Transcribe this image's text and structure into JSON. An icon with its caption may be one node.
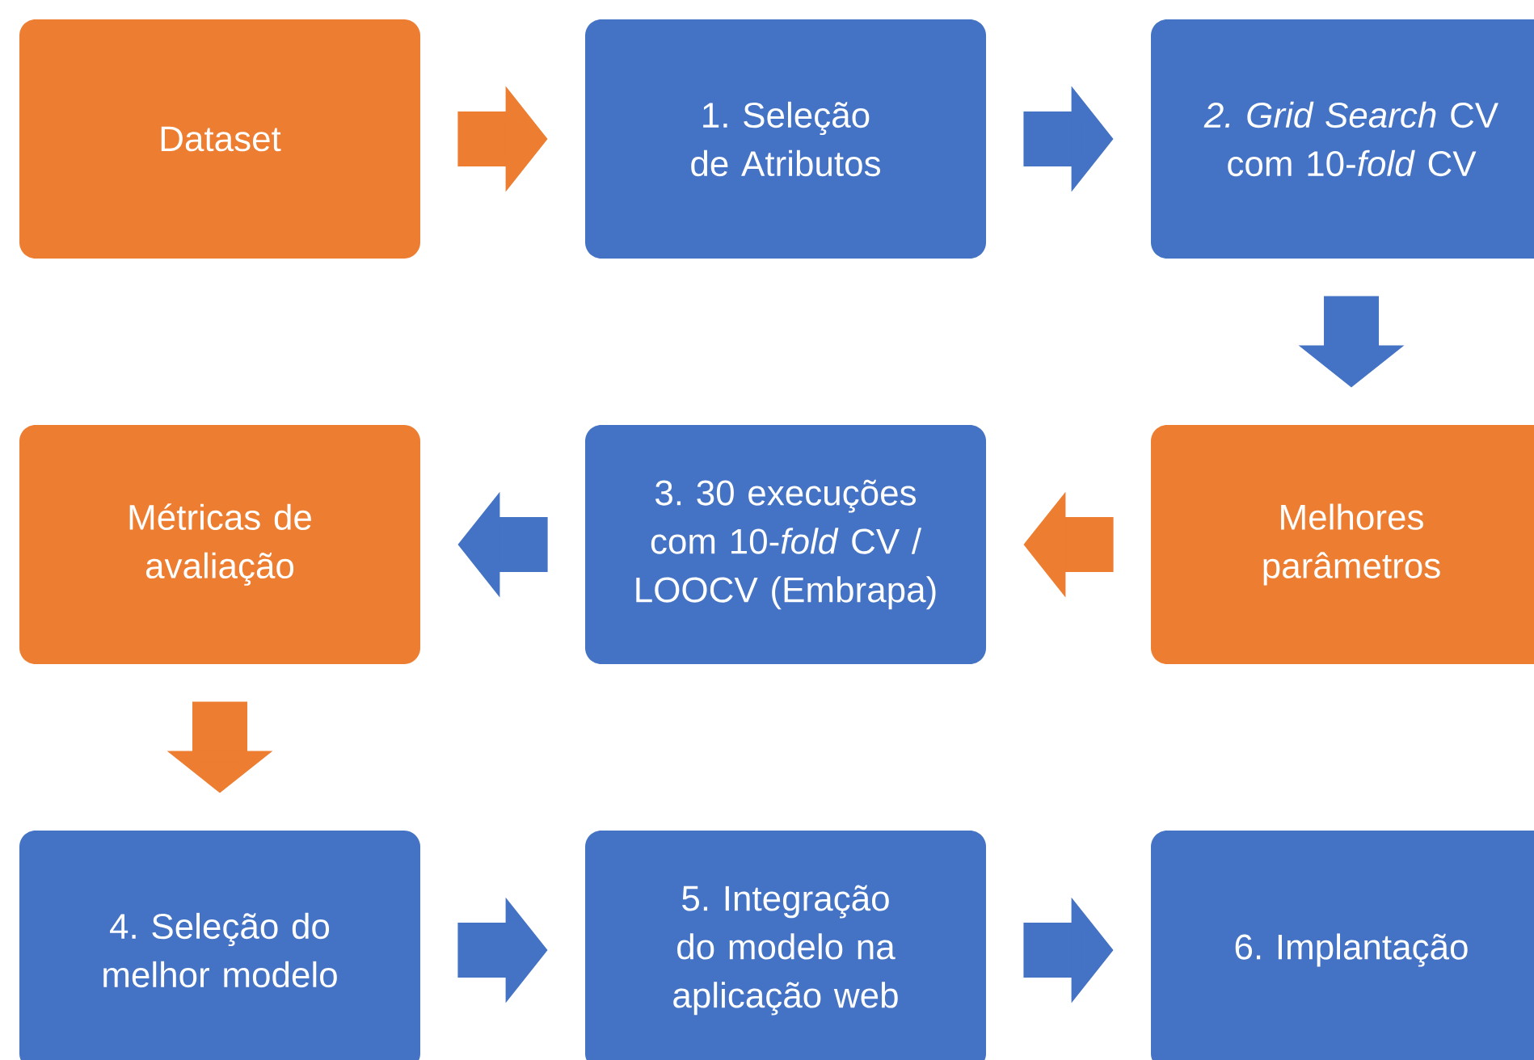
{
  "diagram": {
    "nodes": [
      {
        "text": [
          "Dataset"
        ]
      },
      {
        "text": [
          "1. Seleção de Atributos"
        ]
      },
      {
        "text": [
          "*2. Grid Search* CV com 10-*fold* CV"
        ]
      },
      {
        "text": [
          "Métricas de avaliação"
        ]
      },
      {
        "text": [
          "3. 30 execuções com 10-*fold* CV / LOOCV (Embrapa)"
        ]
      },
      {
        "text": [
          "Melhores parâmetros"
        ]
      },
      {
        "text": [
          "4. Seleção do melhor modelo"
        ]
      },
      {
        "text": [
          "5. Integração do modelo na aplicação web"
        ]
      },
      {
        "text": [
          "6. Implantação"
        ]
      }
    ],
    "edges": [
      {
        "from": 0,
        "to": 1,
        "arrow": "to",
        "color": "#ed7d31"
      },
      {
        "from": 1,
        "to": 2,
        "arrow": "to"
      },
      {
        "from": 2,
        "to": 5,
        "arrow": "to"
      },
      {
        "from": 5,
        "to": 4,
        "arrow": "to",
        "color": "#ed7d31"
      },
      {
        "from": 4,
        "to": 3,
        "arrow": "to"
      },
      {
        "from": 3,
        "to": 6,
        "arrow": "to",
        "color": "#ed7d31"
      },
      {
        "from": 6,
        "to": 7,
        "arrow": "to"
      },
      {
        "from": 7,
        "to": 8,
        "arrow": "to"
      }
    ]
  }
}
